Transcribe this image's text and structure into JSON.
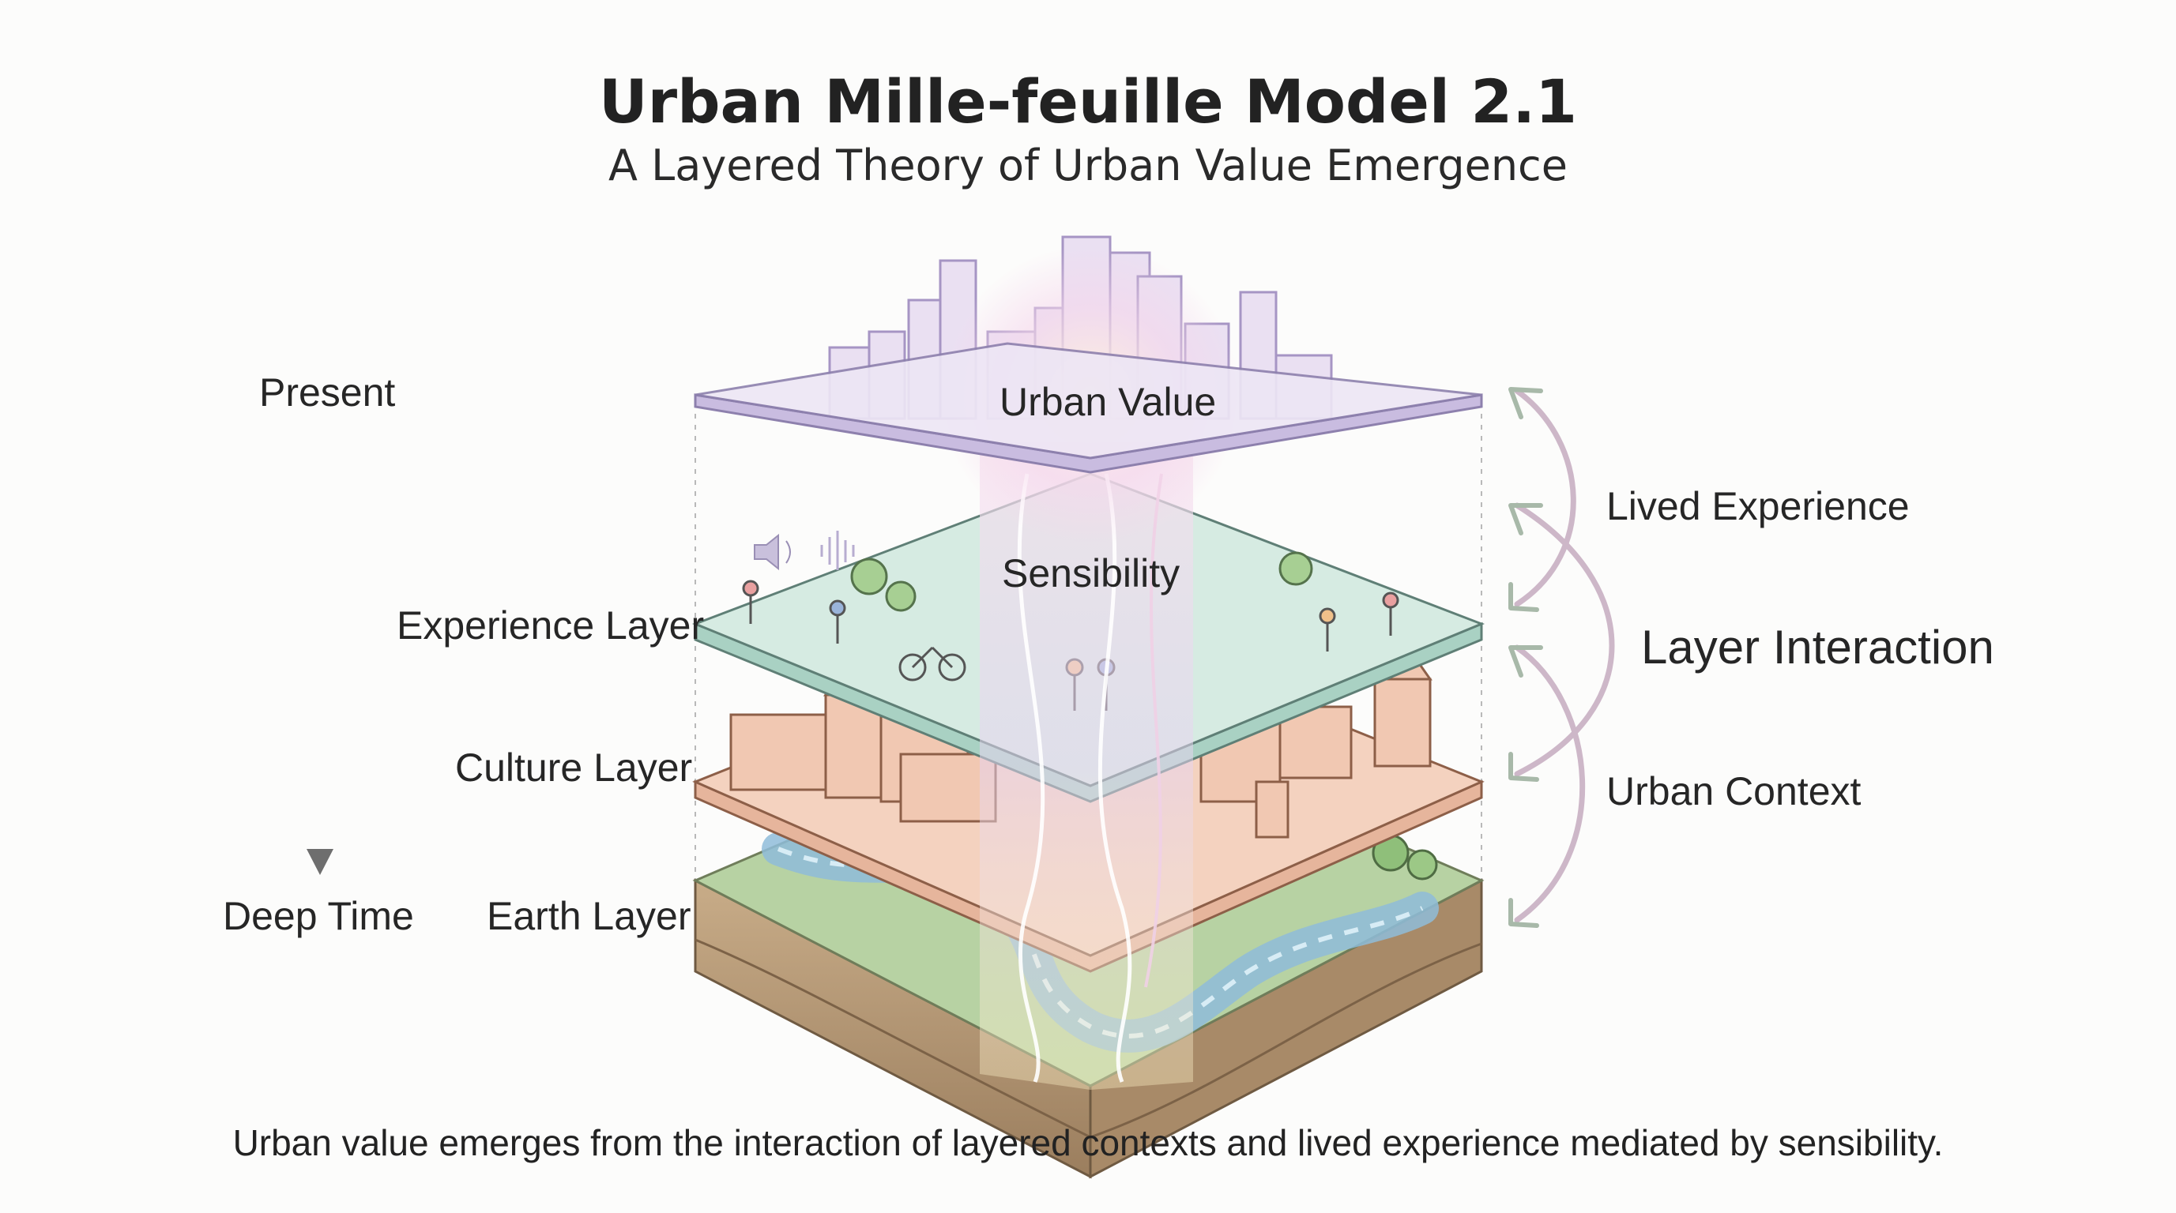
{
  "title": "Urban Mille-feuille Model 2.1",
  "subtitle": "A Layered Theory of Urban Value Emergence",
  "timeline": {
    "top_label": "Present",
    "bottom_label": "Deep Time"
  },
  "layers": {
    "top": "Urban Value",
    "sensibility": "Sensibility",
    "experience": "Experience Layer",
    "culture": "Culture Layer",
    "earth": "Earth Layer"
  },
  "interaction": {
    "upper": "Lived Experience",
    "middle": "Layer Interaction",
    "lower": "Urban Context"
  },
  "caption": "Urban value emerges from the interaction of layered contexts and lived experience mediated by sensibility.",
  "colors": {
    "top_plate": "#e4dcef",
    "experience_plate": "#cfe6de",
    "culture_plate": "#f1c9b4",
    "earth_top": "#a9c99a",
    "earth_soil": "#b89a78",
    "river": "#9fc6de",
    "arrow": "#cdb7c8",
    "beam": "#f2c8e0"
  }
}
